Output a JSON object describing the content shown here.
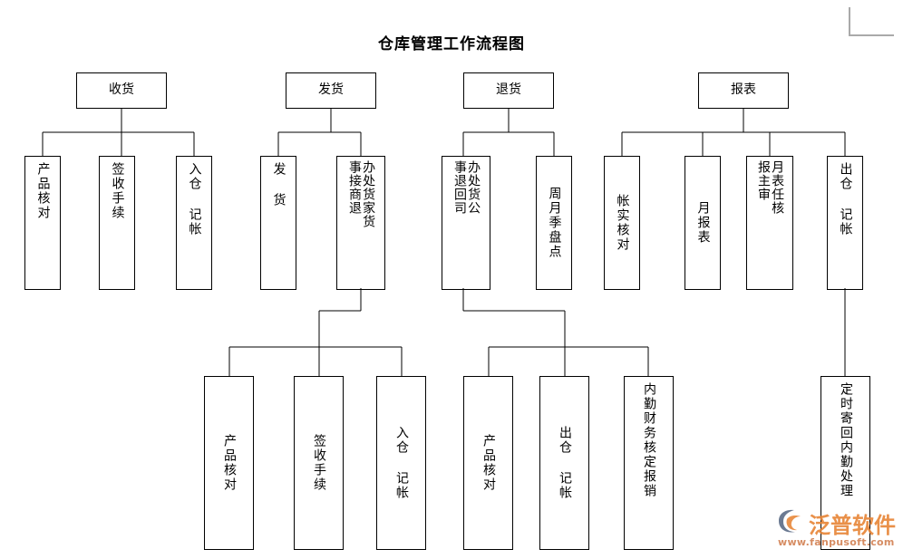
{
  "document": {
    "title": "仓库管理工作流程图",
    "background_color": "#ffffff",
    "line_color": "#000000",
    "text_color": "#000000"
  },
  "watermark": {
    "brand": "泛普软件",
    "url": "www.fanpusoft.com",
    "brand_color": "#e8873a",
    "url_color": "#c9662e",
    "logo_icon": "swoosh-logo-icon"
  },
  "corner": {
    "mark_icon": "page-corner-mark-icon",
    "color": "#a9a9a9"
  },
  "chart_data": {
    "type": "diagram",
    "title": "仓库管理工作流程图",
    "orientation": "top-down tree, 4 root branches",
    "nodes": [
      {
        "id": "n1",
        "label": "收货",
        "level": 1
      },
      {
        "id": "n2",
        "label": "发货",
        "level": 1
      },
      {
        "id": "n3",
        "label": "退货",
        "level": 1
      },
      {
        "id": "n4",
        "label": "报表",
        "level": 1
      },
      {
        "id": "n5",
        "label": "产品核对",
        "level": 2,
        "parent": "n1"
      },
      {
        "id": "n6",
        "label": "签收手续",
        "level": 2,
        "parent": "n1"
      },
      {
        "id": "n7",
        "label": "入仓 记帐",
        "level": 2,
        "parent": "n1"
      },
      {
        "id": "n8",
        "label": "发 货",
        "level": 2,
        "parent": "n2"
      },
      {
        "id": "n9",
        "label": "接商家退货事办处货",
        "level": 2,
        "parent": "n2"
      },
      {
        "id": "n10",
        "label": "退回公司事办处货",
        "level": 2,
        "parent": "n3"
      },
      {
        "id": "n11",
        "label": "周月季盘点",
        "level": 2,
        "parent": "n3"
      },
      {
        "id": "n12",
        "label": "帐实核对",
        "level": 2,
        "parent": "n4"
      },
      {
        "id": "n13",
        "label": "月报表",
        "level": 2,
        "parent": "n4"
      },
      {
        "id": "n14",
        "label": "月报表主任审核",
        "level": 2,
        "parent": "n4"
      },
      {
        "id": "n15",
        "label": "出仓 记帐",
        "level": 2,
        "parent": "n4"
      },
      {
        "id": "n16",
        "label": "产品核对",
        "level": 3,
        "parent": "n9"
      },
      {
        "id": "n17",
        "label": "签收手续",
        "level": 3,
        "parent": "n9"
      },
      {
        "id": "n18",
        "label": "入仓 记帐",
        "level": 3,
        "parent": "n9"
      },
      {
        "id": "n19",
        "label": "产品核对",
        "level": 3,
        "parent": "n10"
      },
      {
        "id": "n20",
        "label": "出仓 记帐",
        "level": 3,
        "parent": "n10"
      },
      {
        "id": "n21",
        "label": "内勤财务核定报销",
        "level": 3,
        "parent": "n10"
      },
      {
        "id": "n22",
        "label": "定时寄回内勤处理",
        "level": 3,
        "parent": "n15"
      }
    ],
    "edges": [
      {
        "from": "n1",
        "to": "n5"
      },
      {
        "from": "n1",
        "to": "n6"
      },
      {
        "from": "n1",
        "to": "n7"
      },
      {
        "from": "n2",
        "to": "n8"
      },
      {
        "from": "n2",
        "to": "n9"
      },
      {
        "from": "n3",
        "to": "n10"
      },
      {
        "from": "n3",
        "to": "n11"
      },
      {
        "from": "n4",
        "to": "n12"
      },
      {
        "from": "n4",
        "to": "n13"
      },
      {
        "from": "n4",
        "to": "n14"
      },
      {
        "from": "n4",
        "to": "n15"
      },
      {
        "from": "n9",
        "to": "n16"
      },
      {
        "from": "n9",
        "to": "n17"
      },
      {
        "from": "n9",
        "to": "n18"
      },
      {
        "from": "n10",
        "to": "n19"
      },
      {
        "from": "n10",
        "to": "n20"
      },
      {
        "from": "n10",
        "to": "n21"
      },
      {
        "from": "n15",
        "to": "n22"
      }
    ]
  },
  "nodes": {
    "n1": {
      "label": "收货"
    },
    "n2": {
      "label": "发货"
    },
    "n3": {
      "label": "退货"
    },
    "n4": {
      "label": "报表"
    },
    "n5": {
      "label": "产品核对"
    },
    "n6": {
      "label": "签收手续"
    },
    "n7": {
      "label": "入仓 记帐"
    },
    "n8": {
      "label": "发 货"
    },
    "n9": {
      "col_right": "事接商退",
      "col_left": "办处货家货"
    },
    "n10": {
      "col_right": "事退回司",
      "col_left": "办处货公"
    },
    "n11": {
      "label": "周月季盘点"
    },
    "n12": {
      "label": "帐实核对"
    },
    "n13": {
      "label": "月报表"
    },
    "n14": {
      "col_right": "报主审",
      "col_left": "月表任核"
    },
    "n15": {
      "label": "出仓 记帐"
    },
    "n16": {
      "label": "产品核对"
    },
    "n17": {
      "label": "签收手续"
    },
    "n18": {
      "label": "入仓 记帐"
    },
    "n19": {
      "label": "产品核对"
    },
    "n20": {
      "label": "出仓 记帐"
    },
    "n21": {
      "label": "内勤财务核定报销"
    },
    "n22": {
      "label": "定时寄回内勤处理"
    }
  }
}
